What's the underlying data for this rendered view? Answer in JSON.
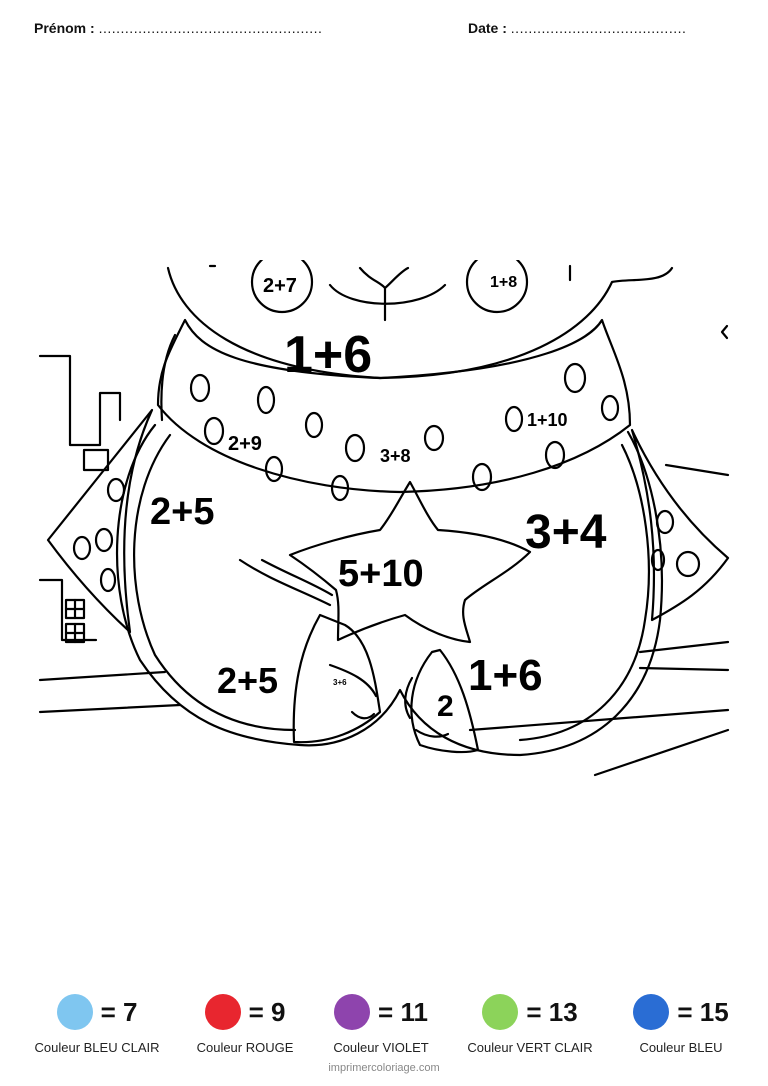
{
  "header": {
    "prenom_label": "Prénom :",
    "prenom_dots": "...................................................",
    "date_label": "Date :",
    "date_dots": "........................................"
  },
  "picture": {
    "sums": {
      "s1": "2+7",
      "s2": "1+8",
      "s3": "1+6",
      "s4": "2+9",
      "s5": "3+8",
      "s6": "1+10",
      "s7": "2+5",
      "s8": "3+4",
      "s9": "5+10",
      "s10": "2+5",
      "s11": "3+6",
      "s12": "1+6",
      "s13": "2"
    }
  },
  "legend": [
    {
      "color": "#7fc6f0",
      "equals": "= 7",
      "caption": "Couleur BLEU CLAIR"
    },
    {
      "color": "#e8262f",
      "equals": "= 9",
      "caption": "Couleur ROUGE"
    },
    {
      "color": "#8e44ad",
      "equals": "= 11",
      "caption": "Couleur VIOLET"
    },
    {
      "color": "#8cd35a",
      "equals": "= 13",
      "caption": "Couleur VERT CLAIR"
    },
    {
      "color": "#2a6dd4",
      "equals": "= 15",
      "caption": "Couleur BLEU"
    }
  ],
  "footer": {
    "site": "imprimercoloriage.com"
  }
}
